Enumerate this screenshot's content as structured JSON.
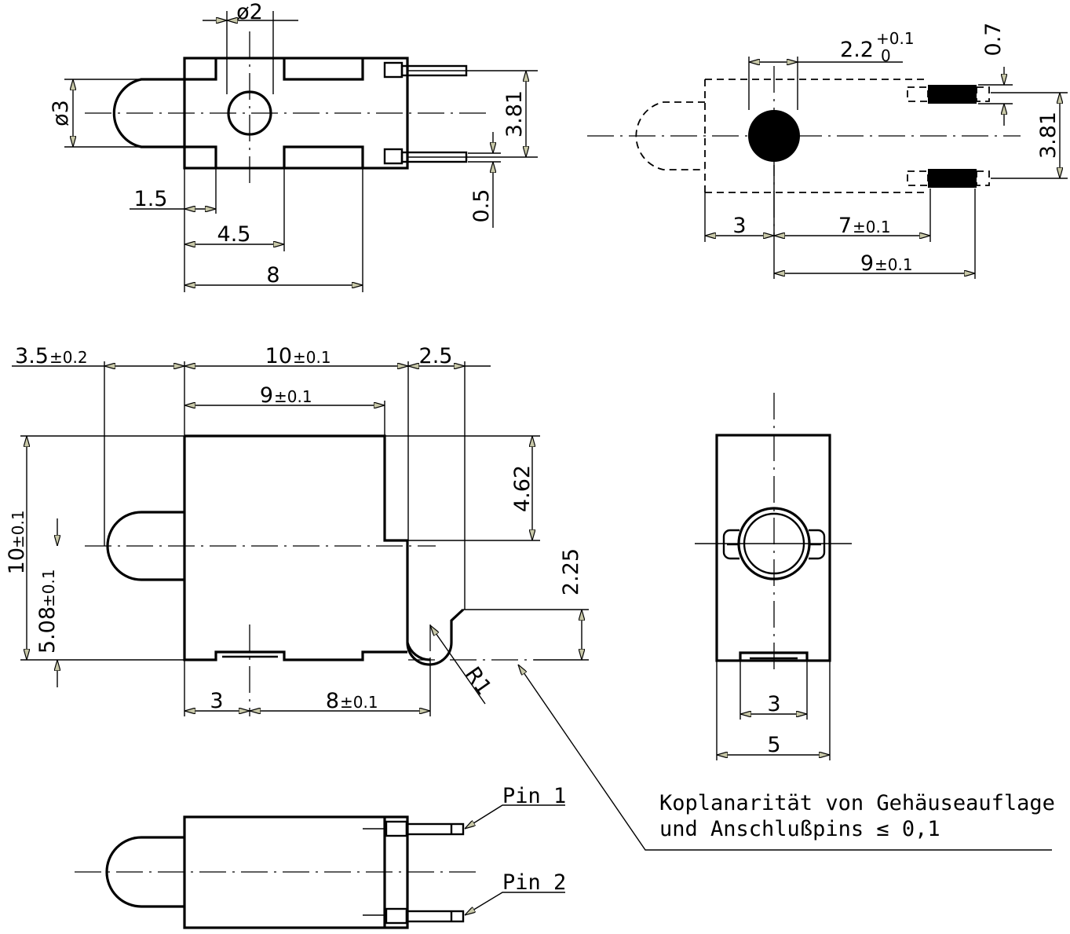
{
  "top_left_view": {
    "dim_hole_dia": "ø2",
    "dim_lens_dia": "ø3",
    "dim_pitch": "3.81",
    "dim_pin": "0.5",
    "dim_a": "1.5",
    "dim_b": "4.5",
    "dim_c": "8"
  },
  "top_right_view": {
    "dim_led_pos": "2.2",
    "dim_led_pos_tol_upper": "+0.1",
    "dim_led_pos_tol_lower": "0",
    "dim_pin_thickness": "0.7",
    "dim_pitch": "3.81",
    "dim_a": "3",
    "dim_b_value": "7",
    "dim_b_tol": "±0.1",
    "dim_c_value": "9",
    "dim_c_tol": "±0.1"
  },
  "side_view": {
    "dim_lens_value": "3.5",
    "dim_lens_tol": "±0.2",
    "dim_width_value": "10",
    "dim_width_tol": "±0.1",
    "dim_inner_value": "9",
    "dim_inner_tol": "±0.1",
    "dim_hook": "2.5",
    "dim_step": "4.62",
    "dim_hook_height": "2.25",
    "dim_height_value": "10",
    "dim_height_tol": "±0.1",
    "dim_axis_value": "5.08",
    "dim_axis_tol": "±0.1",
    "dim_radius": "R1",
    "dim_foot": "3",
    "dim_span_value": "8",
    "dim_span_tol": "±0.1"
  },
  "front_view": {
    "dim_inner": "3",
    "dim_outer": "5"
  },
  "bottom_view": {
    "pin1_label": "Pin 1",
    "pin2_label": "Pin 2"
  },
  "note": {
    "line1": "Koplanarität von Gehäuseauflage",
    "line2": "und Anschlußpins ≤ 0,1"
  }
}
